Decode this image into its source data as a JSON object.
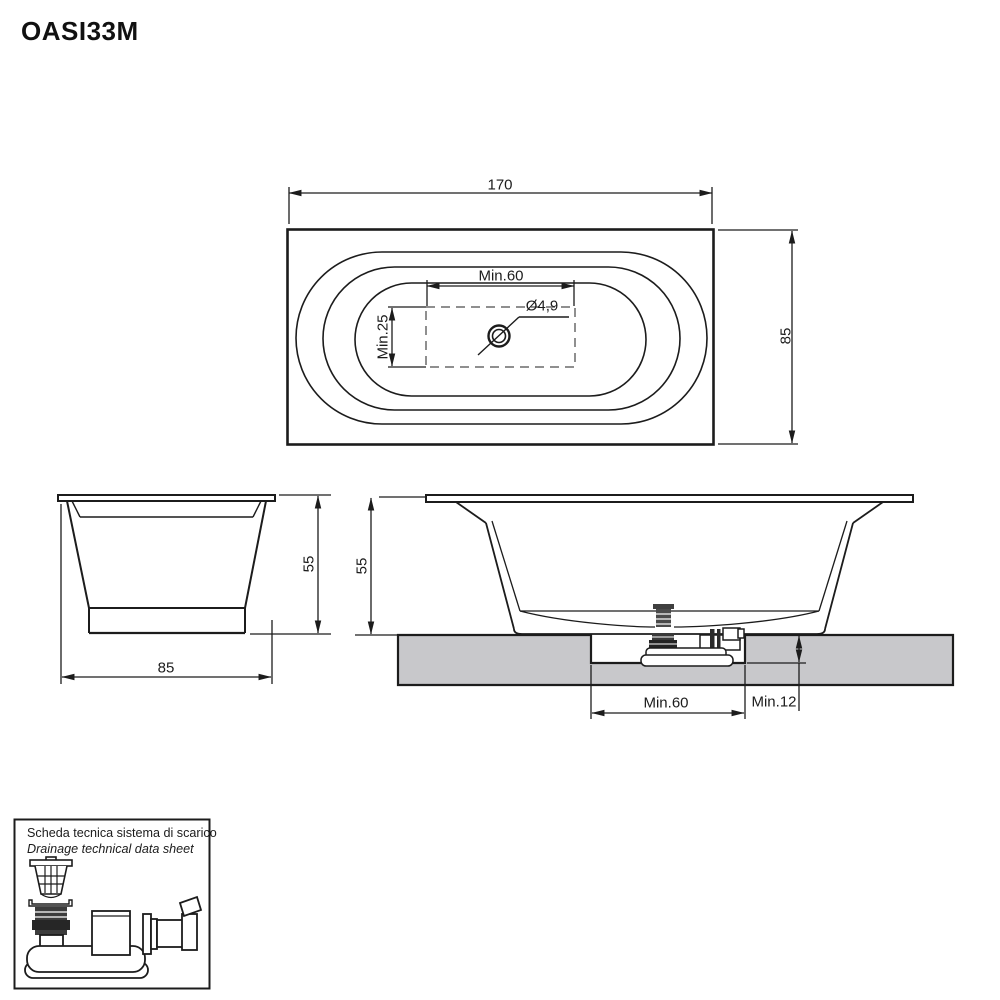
{
  "title": "OASI33M",
  "colors": {
    "line": "#1c1c1c",
    "floor_fill": "#c8c8cb",
    "drain_zone_dash": "#8f8f8f",
    "background": "#ffffff"
  },
  "plan_view": {
    "overall_length": "170",
    "overall_width": "85",
    "drain_zone_length": "Min.60",
    "drain_zone_width": "Min.25",
    "drain_diameter": "Ø4,9"
  },
  "end_elevation": {
    "height": "55",
    "width": "85"
  },
  "side_elevation": {
    "height": "55",
    "recess_length": "Min.60",
    "recess_side_offset": "Min.12"
  },
  "drainage_inset": {
    "caption_line1": "Scheda tecnica sistema di scarico",
    "caption_line2": "Drainage technical data sheet"
  }
}
